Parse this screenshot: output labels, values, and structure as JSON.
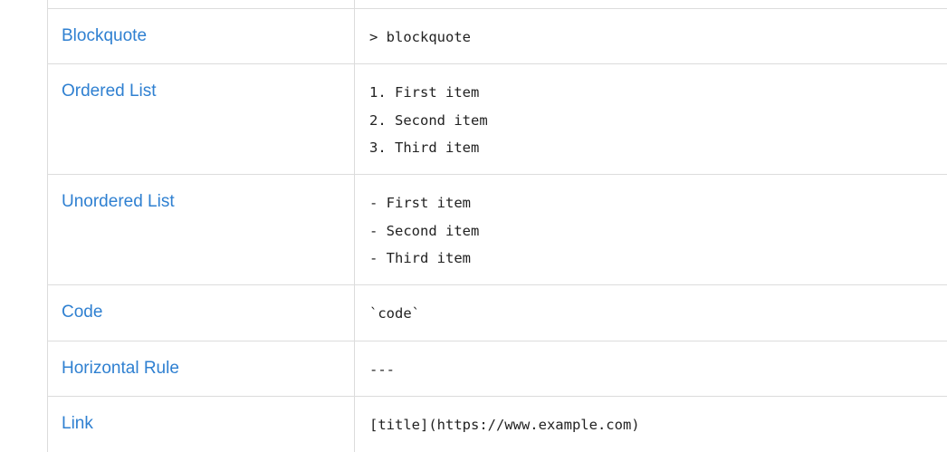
{
  "rows": [
    {
      "name": "",
      "lines": [
        ""
      ]
    },
    {
      "name": "Blockquote",
      "lines": [
        "> blockquote"
      ]
    },
    {
      "name": "Ordered List",
      "lines": [
        "1. First item",
        "2. Second item",
        "3. Third item"
      ]
    },
    {
      "name": "Unordered List",
      "lines": [
        "- First item",
        "- Second item",
        "- Third item"
      ]
    },
    {
      "name": "Code",
      "lines": [
        "`code`"
      ]
    },
    {
      "name": "Horizontal Rule",
      "lines": [
        "---"
      ]
    },
    {
      "name": "Link",
      "lines": [
        "[title](https://www.example.com)"
      ]
    }
  ],
  "colors": {
    "link": "#2f80d1",
    "text": "#222222",
    "border": "#dcdcdc"
  }
}
